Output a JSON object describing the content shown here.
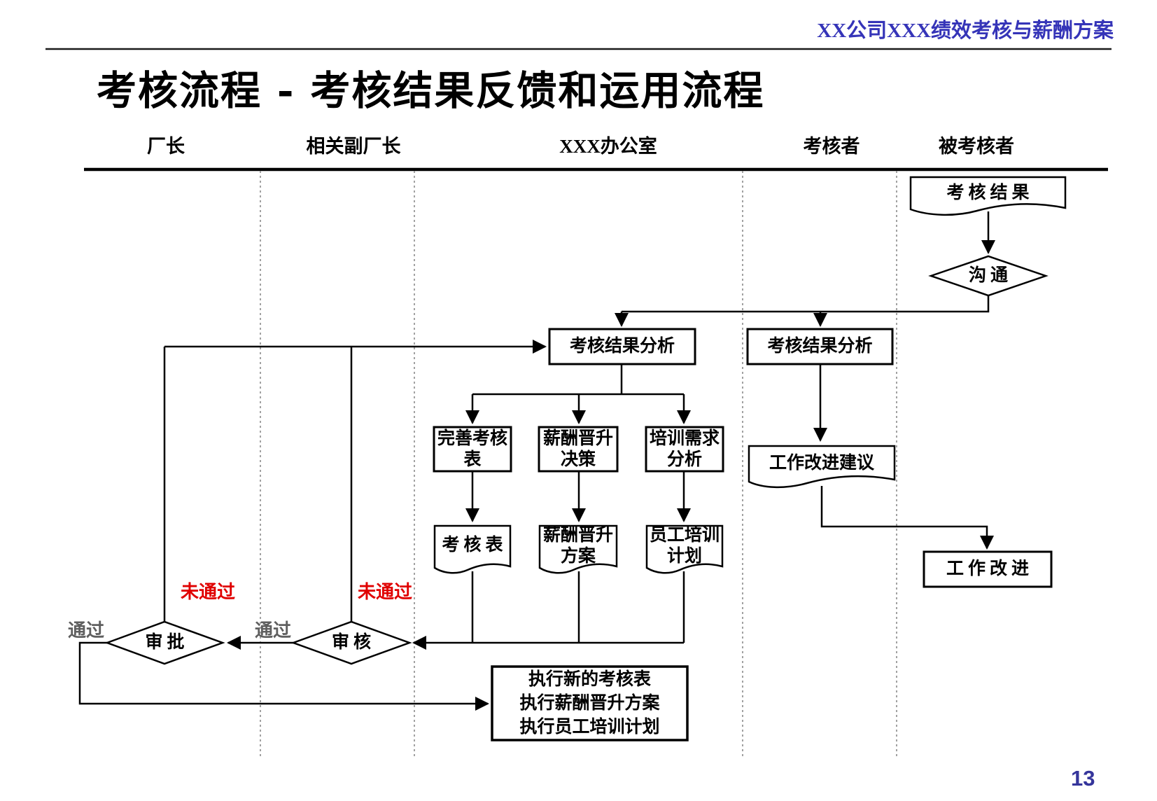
{
  "header": {
    "project_label": "XX公司XXX绩效考核与薪酬方案"
  },
  "title": "考核流程 - 考核结果反馈和运用流程",
  "page_number": "13",
  "lanes": {
    "factory_director": "厂长",
    "deputy_director": "相关副厂长",
    "office": "XXX办公室",
    "assessor": "考核者",
    "assessee": "被考核者"
  },
  "nodes": {
    "assessment_result": "考核结果",
    "communication": "沟通",
    "result_analysis_office": "考核结果分析",
    "result_analysis_assessor": "考核结果分析",
    "improve_assessment_form": "完善考核表",
    "salary_promotion_decision": "薪酬晋升决策",
    "training_needs_analysis": "培训需求分析",
    "assessment_form": "考核表",
    "salary_promotion_plan": "薪酬晋升方案",
    "employee_training_plan": "员工培训计划",
    "work_improvement_suggestion": "工作改进建议",
    "work_improvement": "工作改进",
    "approve": "审批",
    "review": "审核",
    "execute_lines": [
      "执行新的考核表",
      "执行薪酬晋升方案",
      "执行员工培训计划"
    ]
  },
  "edge_labels": {
    "pass": "通过",
    "fail": "未通过"
  },
  "colors": {
    "header_blue": "#3534b8",
    "page_number_blue": "#35359b",
    "fail_red": "#e00000",
    "pass_gray": "#5f5f5f",
    "line_black": "#000000"
  }
}
